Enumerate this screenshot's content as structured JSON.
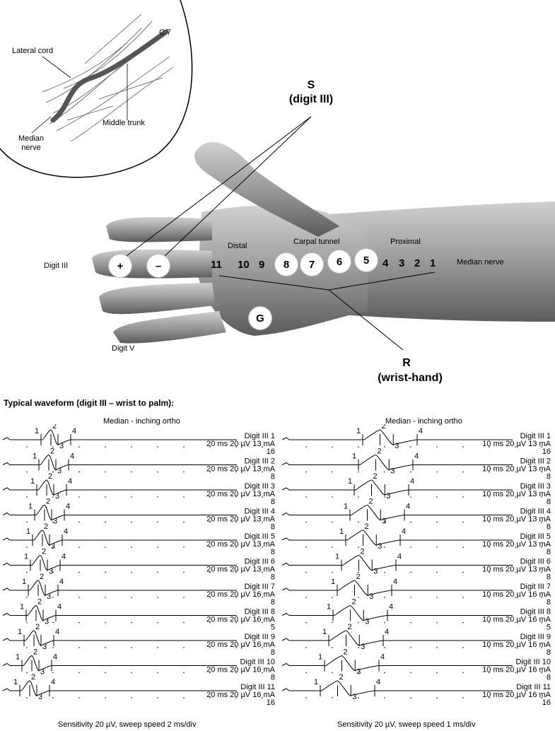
{
  "inset": {
    "lateral_cord": "Lateral cord",
    "c7": "C 7",
    "middle_trunk": "Middle trunk",
    "median_nerve": "Median\nnerve"
  },
  "hand": {
    "stim_label": "S",
    "stim_sub": "(digit III)",
    "rec_label": "R",
    "rec_sub": "(wrist-hand)",
    "digit_iii": "Digit III",
    "digit_v": "Digit V",
    "median_nerve": "Median nerve",
    "distal": "Distal",
    "carpal_tunnel": "Carpal tunnel",
    "proximal": "Proximal",
    "plus": "+",
    "minus": "–",
    "ground": "G",
    "positions": [
      "11",
      "10",
      "9",
      "8",
      "7",
      "6",
      "5",
      "4",
      "3",
      "2",
      "1"
    ]
  },
  "waveform_title": "Typical waveform (digit III – wrist to palm):",
  "left_panel": {
    "header": "Median - inching ortho",
    "footer": "Sensitivity 20 µV, sweep speed 2 ms/div",
    "traces": [
      {
        "name": "Digit III 1",
        "settings": "20 ms 20 µV 13 mA",
        "count": "16"
      },
      {
        "name": "Digit III 2",
        "settings": "20 ms 20 µV 13 mA",
        "count": "8"
      },
      {
        "name": "Digit III 3",
        "settings": "20 ms 20 µV 13 mA",
        "count": "8"
      },
      {
        "name": "Digit III 4",
        "settings": "20 ms 20 µV 13 mA",
        "count": "8"
      },
      {
        "name": "Digit III 5",
        "settings": "20 ms 20 µV 13 mA",
        "count": "8"
      },
      {
        "name": "Digit III 6",
        "settings": "20 ms 20 µV 13 mA",
        "count": "8"
      },
      {
        "name": "Digit III 7",
        "settings": "20 ms 20 µV 16 mA",
        "count": "8"
      },
      {
        "name": "Digit III 8",
        "settings": "20 ms 20 µV 16 mA",
        "count": "5"
      },
      {
        "name": "Digit III 9",
        "settings": "20 ms 20 µV 16 mA",
        "count": "8"
      },
      {
        "name": "Digit III 10",
        "settings": "20 ms 20 µV 16 mA",
        "count": "8"
      },
      {
        "name": "Digit III 11",
        "settings": "20 ms 20 µV 16 mA",
        "count": "16"
      }
    ]
  },
  "right_panel": {
    "header": "Median - inching ortho",
    "footer": "Sensitivity 20 µV, sweep speed 1 ms/div",
    "traces": [
      {
        "name": "Digit III 1",
        "settings": "10 ms 20 µV 13 mA",
        "count": "16"
      },
      {
        "name": "Digit III 2",
        "settings": "10 ms 20 µV 13 mA",
        "count": "8"
      },
      {
        "name": "Digit III 3",
        "settings": "10 ms 20 µV 13 mA",
        "count": "8"
      },
      {
        "name": "Digit III 4",
        "settings": "10 ms 20 µV 13 mA",
        "count": "8"
      },
      {
        "name": "Digit III 5",
        "settings": "10 ms 20 µV 13 mA",
        "count": "8"
      },
      {
        "name": "Digit III 6",
        "settings": "10 ms 20 µV 13 mA",
        "count": "8"
      },
      {
        "name": "Digit III 7",
        "settings": "10 ms 20 µV 16 mA",
        "count": "8"
      },
      {
        "name": "Digit III 8",
        "settings": "10 ms 20 µV 16 mA",
        "count": "5"
      },
      {
        "name": "Digit III 9",
        "settings": "10 ms 20 µV 16 mA",
        "count": "8"
      },
      {
        "name": "Digit III 10",
        "settings": "10 ms 20 µV 16 mA",
        "count": "8"
      },
      {
        "name": "Digit III 11",
        "settings": "10 ms 20 µV 16 mA",
        "count": "16"
      }
    ]
  },
  "marker_labels": [
    "1",
    "2",
    "3",
    "4"
  ]
}
